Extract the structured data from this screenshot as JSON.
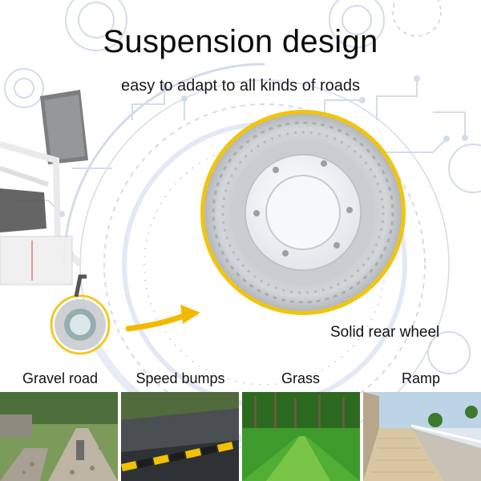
{
  "header": {
    "title": "Suspension design",
    "subtitle": "easy to adapt to all kinds of roads"
  },
  "wheel": {
    "label": "Solid rear wheel",
    "tire_color": "#d3d6d8",
    "rim_highlight": "#f1c40f"
  },
  "roads": [
    {
      "label": "Gravel road"
    },
    {
      "label": "Speed bumps"
    },
    {
      "label": "Grass"
    },
    {
      "label": "Ramp"
    }
  ],
  "colors": {
    "decor": "#c9d2e8",
    "accent": "#f5b800"
  }
}
